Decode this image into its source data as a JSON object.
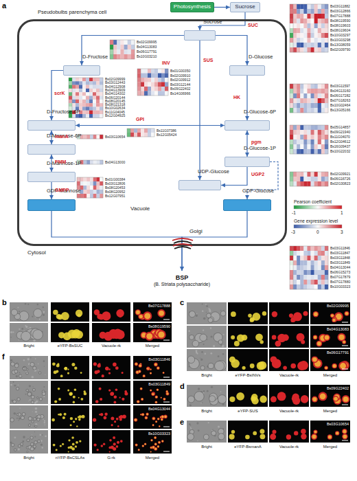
{
  "diagram": {
    "nodes": [
      {
        "text": [
          "Photosynthesis"
        ]
      },
      {
        "text": [
          "Sucrose"
        ]
      },
      {
        "text": [
          "Pseudobulbs parenchyma cell"
        ]
      },
      {
        "text": [
          "Sucrose"
        ],
        "in": 2
      },
      {
        "text": [
          "D-Fructose"
        ],
        "in": 2
      },
      {
        "text": [
          "D-Glucose"
        ],
        "in": 2
      },
      {
        "text": [
          "D-Fructose-6P"
        ],
        "in": 2
      },
      {
        "text": [
          "D-Glucose-6P"
        ],
        "in": 2
      },
      {
        "text": [
          "D-Mannose-6P"
        ],
        "in": 2
      },
      {
        "text": [
          "D-Glucose-1P"
        ],
        "in": 2
      },
      {
        "text": [
          "D-Mannose-1P"
        ],
        "in": 2
      },
      {
        "text": [
          "UDP-Glucose"
        ],
        "in": 2
      },
      {
        "text": [
          "GDP-Mannose"
        ],
        "in": 2
      },
      {
        "text": [
          "GDP-Glucose"
        ],
        "in": 2
      },
      {
        "text": [
          "BSP",
          "(B. Striata polysaccharide)"
        ]
      }
    ],
    "edges": [
      {
        "from": 0,
        "to": 1,
        "arrow": "to"
      },
      {
        "from": 1,
        "to": 3,
        "arrow": "to"
      },
      {
        "from": 3,
        "to": 4,
        "arrow": "to"
      },
      {
        "from": 3,
        "to": 5,
        "arrow": "to"
      },
      {
        "from": 3,
        "to": 11,
        "arrow": "to"
      },
      {
        "from": 4,
        "to": 6,
        "arrow": "to"
      },
      {
        "from": 5,
        "to": 7,
        "arrow": "to"
      },
      {
        "from": 6,
        "to": 7,
        "arrow": "both"
      },
      {
        "from": 6,
        "to": 8,
        "arrow": "both"
      },
      {
        "from": 7,
        "to": 9,
        "arrow": "both"
      },
      {
        "from": 8,
        "to": 10,
        "arrow": "both"
      },
      {
        "from": 10,
        "to": 12,
        "arrow": "to"
      },
      {
        "from": 9,
        "to": 11,
        "arrow": "to"
      },
      {
        "from": 9,
        "to": 13,
        "arrow": "to"
      },
      {
        "from": 12,
        "to": 14,
        "arrow": "to"
      },
      {
        "from": 13,
        "to": 14,
        "arrow": "to"
      }
    ],
    "labels": [
      "a",
      "SUC",
      "INV",
      "SUS",
      "scrK",
      "HK",
      "GPI",
      "manA",
      "pgm",
      "PMM",
      "UGP2",
      "GMPP",
      "Vacuole",
      "Golgi",
      "Cytosol",
      "Bs03G11882",
      "Bs03G12866",
      "Bs07G17888",
      "Bs08G19590",
      "Bs08G19603",
      "Bs08G19604",
      "Bs10G03297",
      "Bs10G03298",
      "Bs13G08059",
      "Bs02G09790",
      "Bs02G09995",
      "Bs04G13083",
      "Bs06G17791",
      "Bs10G03210",
      "Bs02G09999",
      "Bs03G12443",
      "Bs04G12908",
      "Bs04G13909",
      "Bs04G14302",
      "Bs06G20144",
      "Bs08G20145",
      "Bs08G21318",
      "Bs10G02634",
      "Bs11G04045",
      "Bs12G04925",
      "Bs01G00350",
      "Bs02G09910",
      "Bs02G09912",
      "Bs03G12144",
      "Bs09G22402",
      "Bs14G06966",
      "Bs03G11597",
      "Bs04G13160",
      "Bs06G17282",
      "Bs07G18263",
      "Bs10G02464",
      "Bs13G05166",
      "Bs05G14857",
      "Bs09G21940",
      "Bs11G04070",
      "Bs12G04612",
      "Bs16G09437",
      "Bs10G22032",
      "Bs11G07386",
      "Bs12G05424",
      "Bs03G10654",
      "Bs04G13000",
      "Bs01G00384",
      "Bs03G12806",
      "Bs08G20453",
      "Bs08G20952",
      "Bs12G07951",
      "Bs02G09921",
      "Bs06G16726",
      "Bs02G30823",
      "Bs03G11846",
      "Bs03G11847",
      "Bs03G11848",
      "Bs03G11849",
      "Bs04G13044",
      "Bs06G15273",
      "Bs07G17879",
      "Bs07G17880",
      "Bs10G03323",
      "-1",
      "1",
      "-3",
      "0",
      "3",
      "b",
      "Bs07G17888",
      "Bs08G19590",
      "Bright",
      "eYFP-BsSUC",
      "Vacuole-rk",
      "Merged",
      "c",
      "Bs02G09995",
      "Bs04G13083",
      "Bs06G17791",
      "Bright",
      "eYFP-BsINVs",
      "Vacuole-rk",
      "Merged",
      "d",
      "Bs09G22402",
      "Bright",
      "eYFP-SUS",
      "Vacuole-rk",
      "Merged",
      "e",
      "Bs03G10654",
      "Bright",
      "eYFP-BsmanA",
      "Vacuole-rk",
      "Merged",
      "f",
      "Bs03G11846",
      "Bs03G11849",
      "Bs04G13044",
      "Bs10G03323",
      "Bright",
      "nYFP-BsCSLAs",
      "G-rk",
      "Merged"
    ],
    "legend": [
      {
        "text": "Pearson coefficient"
      },
      {
        "text": "Gene expression level"
      }
    ]
  }
}
